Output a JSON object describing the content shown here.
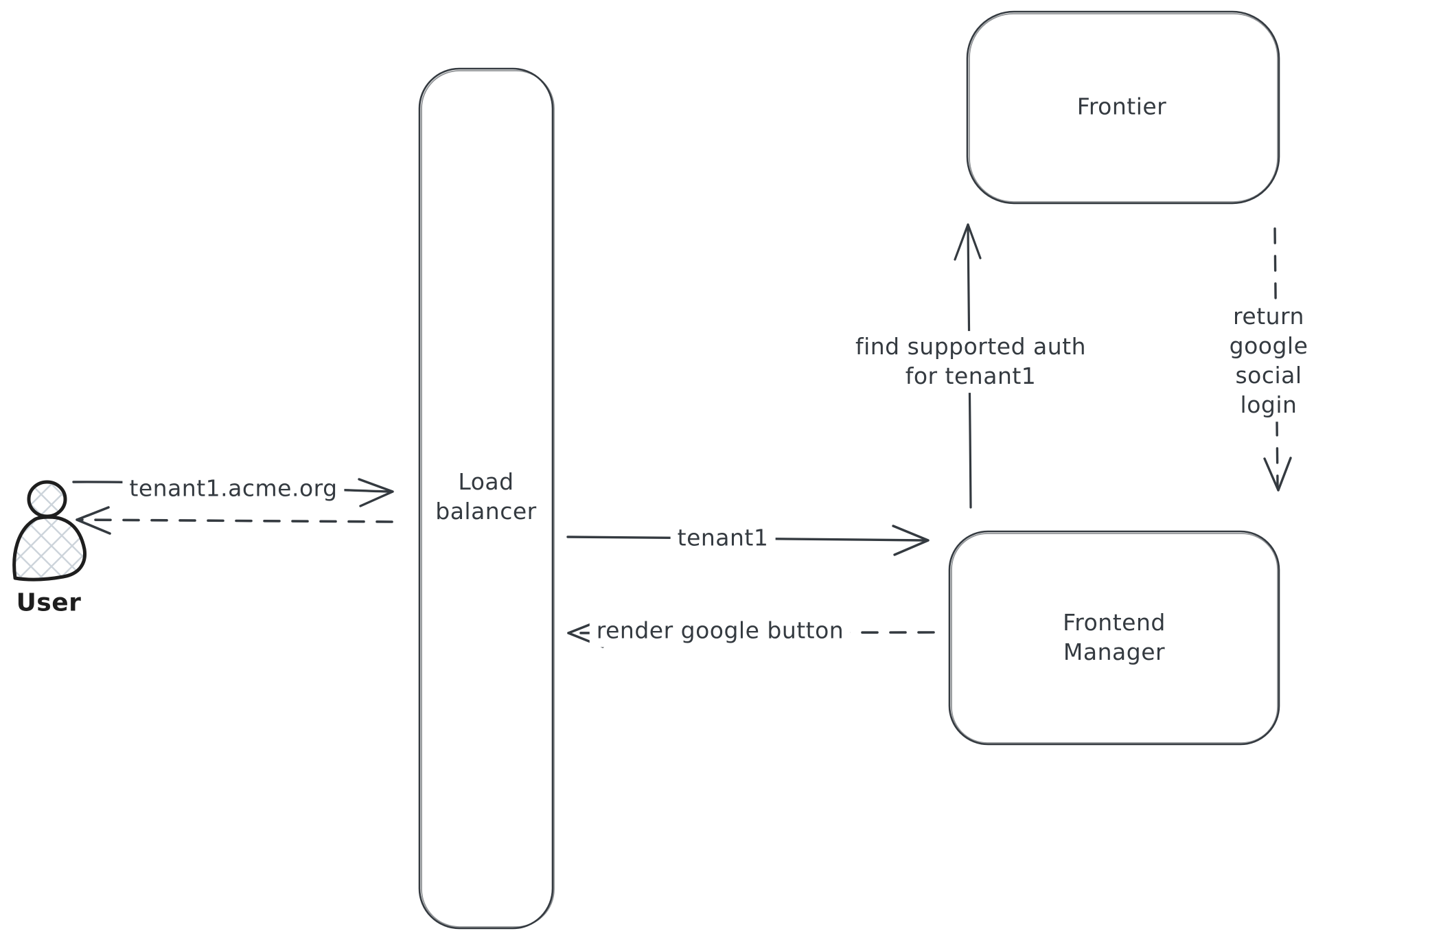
{
  "diagram": {
    "background_color": "#ffffff",
    "stroke_color": "#343a40",
    "actor_stroke_color": "#1e1e1e",
    "hatch_fill_color": "#cdd4db",
    "nodes": {
      "user": {
        "type": "actor",
        "label": "User"
      },
      "load_balancer": {
        "type": "box",
        "label": "Load\nbalancer"
      },
      "frontier": {
        "type": "box",
        "label": "Frontier"
      },
      "frontend_manager": {
        "type": "box",
        "label": "Frontend\nManager"
      }
    },
    "edges": [
      {
        "from": "user",
        "to": "load_balancer",
        "style": "solid",
        "label": "tenant1.acme.org"
      },
      {
        "from": "load_balancer",
        "to": "user",
        "style": "dashed",
        "label": ""
      },
      {
        "from": "load_balancer",
        "to": "frontend_manager",
        "style": "solid",
        "label": "tenant1"
      },
      {
        "from": "frontend_manager",
        "to": "load_balancer",
        "style": "dashed",
        "label": "render google button"
      },
      {
        "from": "frontend_manager",
        "to": "frontier",
        "style": "solid",
        "label": "find supported auth\nfor tenant1"
      },
      {
        "from": "frontier",
        "to": "frontend_manager",
        "style": "dashed",
        "label": "return google social\nlogin"
      }
    ]
  }
}
